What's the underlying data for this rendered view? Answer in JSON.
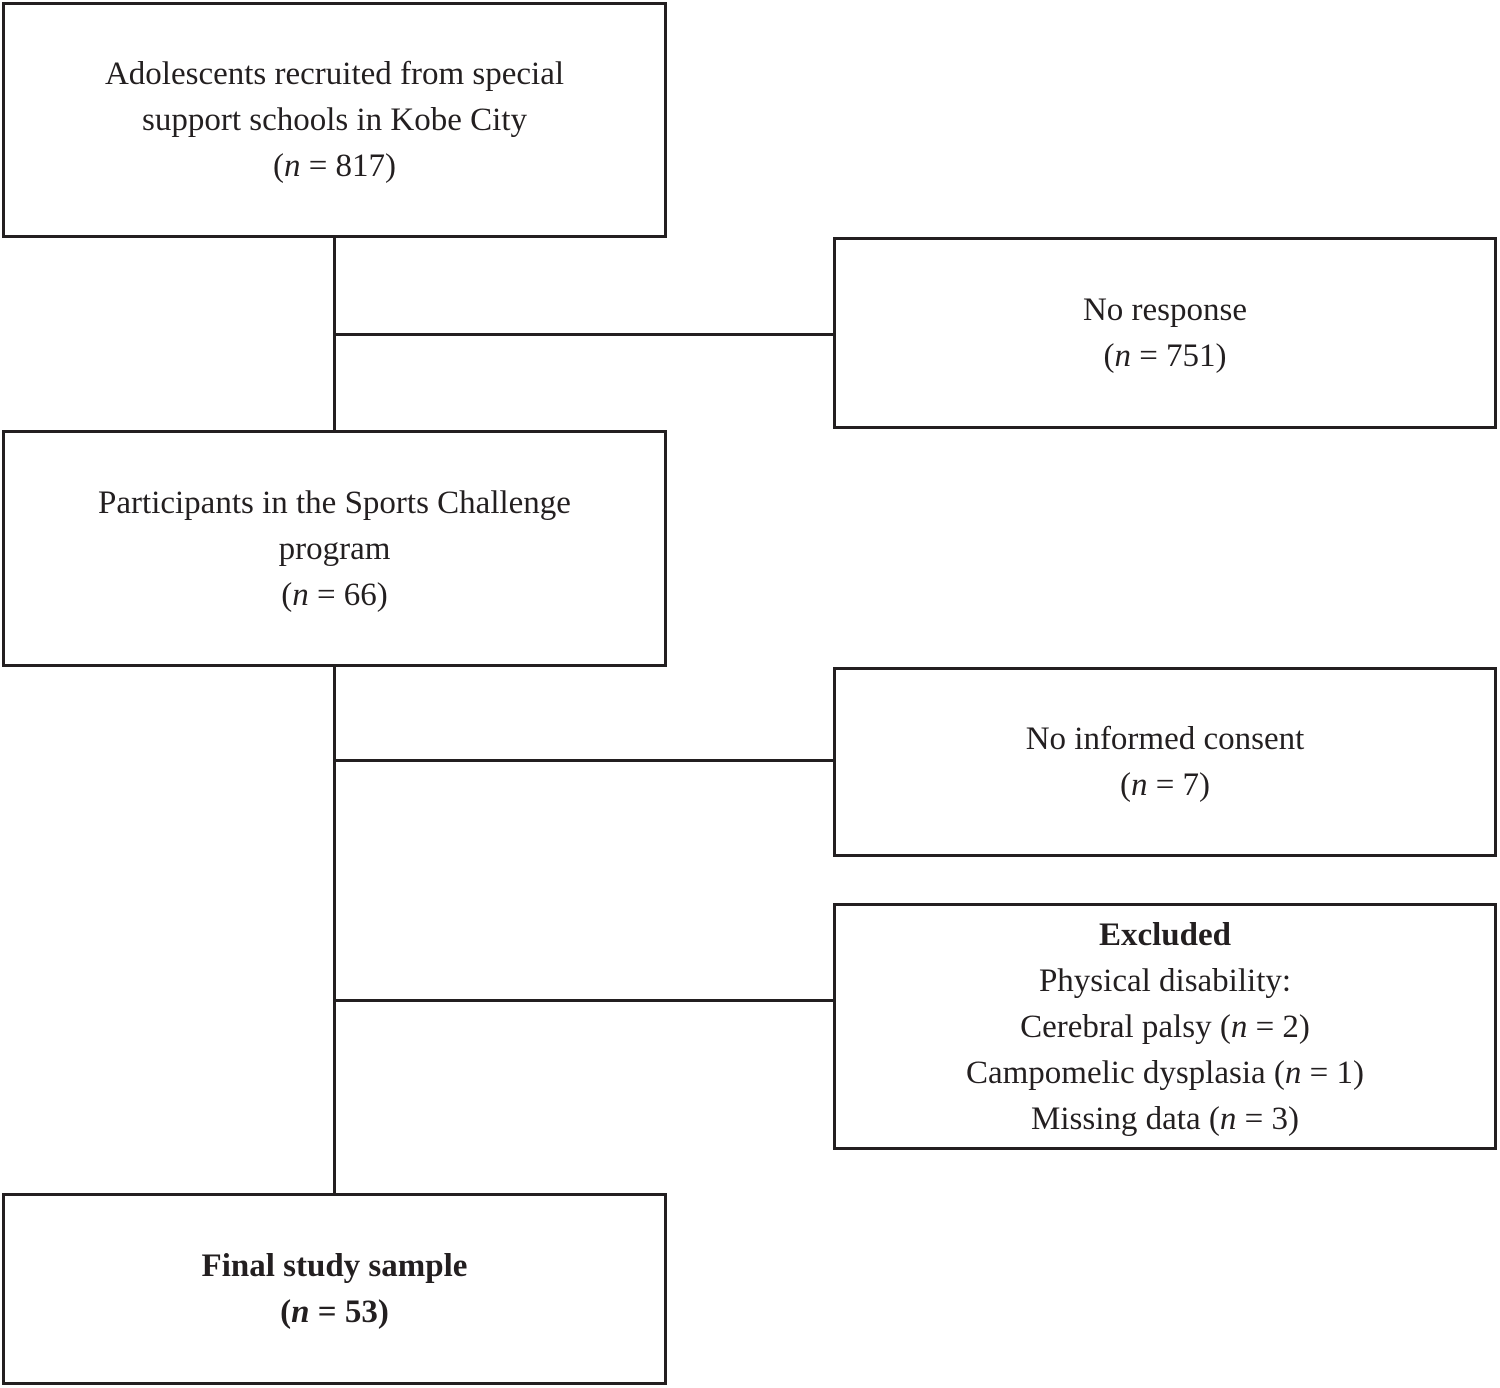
{
  "colors": {
    "line": "#231f20",
    "text": "#231f20",
    "background": "#ffffff"
  },
  "boxes": {
    "recruited": {
      "line1": "Adolescents recruited from special",
      "line2": "support schools in Kobe City",
      "count": {
        "pre": "(",
        "n": "n",
        "post": " = 817)"
      }
    },
    "no_response": {
      "line1": "No response",
      "count": {
        "pre": "(",
        "n": "n",
        "post": " = 751)"
      }
    },
    "participants": {
      "line1": "Participants in the Sports Challenge",
      "line2": "program",
      "count": {
        "pre": "(",
        "n": "n",
        "post": " = 66)"
      }
    },
    "no_consent": {
      "line1": "No informed consent",
      "count": {
        "pre": "(",
        "n": "n",
        "post": " = 7)"
      }
    },
    "excluded": {
      "title": "Excluded",
      "subtitle": "Physical disability:",
      "items": [
        {
          "pre": "Cerebral palsy (",
          "n": "n",
          "post": " = 2)"
        },
        {
          "pre": "Campomelic dysplasia (",
          "n": "n",
          "post": " = 1)"
        },
        {
          "pre": "Missing data (",
          "n": "n",
          "post": " = 3)"
        }
      ]
    },
    "final": {
      "line1": "Final study sample",
      "count": {
        "pre": "(",
        "n": "n",
        "post": " = 53)"
      }
    }
  }
}
